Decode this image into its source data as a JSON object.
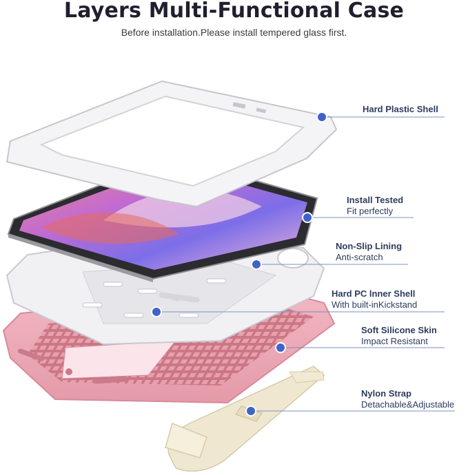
{
  "header": {
    "title": "Layers Multi-Functional Case",
    "subtitle": "Before installation.Please install tempered glass first."
  },
  "callouts": [
    {
      "title": "Hard Plastic Shell",
      "subtitle": ""
    },
    {
      "title": "Install Tested",
      "subtitle": "Fit perfectly"
    },
    {
      "title": "Non-Slip Lining",
      "subtitle": "Anti-scratch"
    },
    {
      "title": "Hard PC lnner Shell",
      "subtitle": "With built-inKickstand"
    },
    {
      "title": "Soft Silicone Skin",
      "subtitle": "Impact Resistant"
    },
    {
      "title": "Nylon Strap",
      "subtitle": "Detachable&Adjustable"
    }
  ],
  "colors": {
    "marker": "#3f63c9",
    "leader_line": "#7b8fc0",
    "silicone_pink": "#e9a7b4",
    "strap_cream": "#efe7cf"
  }
}
